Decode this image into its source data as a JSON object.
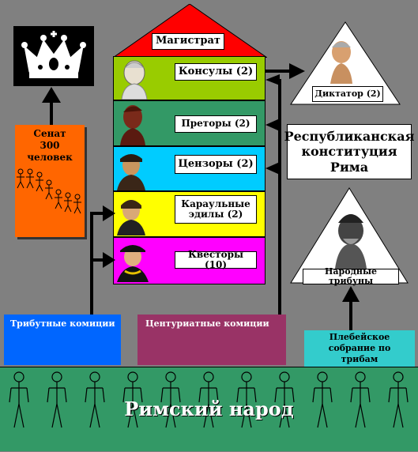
{
  "magistrate": {
    "title": "Магистрат",
    "consuls": "Консулы (2)",
    "praetors": "Преторы (2)",
    "censors": "Цензоры (2)",
    "aediles": "Караульные эдилы (2)",
    "quaestors": "Квесторы (10)"
  },
  "senate": {
    "label": "Сенат 300 человек"
  },
  "dictator": {
    "label": "Диктатор (2)"
  },
  "constitution": {
    "label": "Республиканская конституция Рима"
  },
  "tribunes": {
    "label": "Народные трибуны"
  },
  "tribal_comitia": {
    "label": "Трибутные комиции"
  },
  "centuriate_comitia": {
    "label": "Центуриатные комиции"
  },
  "plebeian_assembly": {
    "label": "Плебейское собрание по трибам"
  },
  "people": {
    "label": "Римский народ"
  },
  "colors": {
    "consuls": "#99cc00",
    "praetors": "#339966",
    "censors": "#00ccff",
    "aediles": "#ffff00",
    "quaestors": "#ff00ff",
    "roof": "#ff0000",
    "senate": "#ff6600",
    "tribal": "#0066ff",
    "centuriate": "#993366",
    "plebeian": "#33cccc",
    "people": "#339966"
  }
}
